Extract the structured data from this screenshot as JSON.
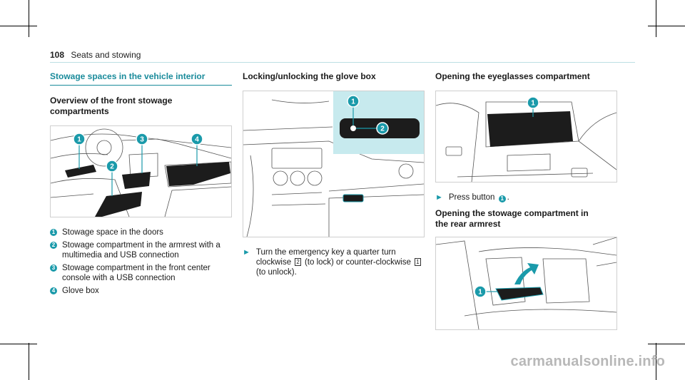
{
  "header": {
    "page_number": "108",
    "section": "Seats and stowing"
  },
  "section_title": "Stowage spaces in the vehicle interior",
  "overview": {
    "heading": "Overview of the front stowage compartments",
    "legend": [
      {
        "num": "1",
        "text": "Stowage space in the doors"
      },
      {
        "num": "2",
        "text": "Stowage compartment in the armrest with a multimedia and USB connection"
      },
      {
        "num": "3",
        "text": "Stowage compartment in the front center console with a USB connection"
      },
      {
        "num": "4",
        "text": "Glove box"
      }
    ]
  },
  "glovebox": {
    "heading": "Locking/unlocking the glove box",
    "step": {
      "bullet": "►",
      "pre": "Turn the emergency key a quarter turn clockwise",
      "key_lock": "2",
      "mid": "(to lock) or counter-clockwise",
      "key_unlock": "1",
      "post": "(to unlock)."
    }
  },
  "eyeglasses": {
    "heading": "Opening the eyeglasses compartment",
    "step": {
      "bullet": "►",
      "pre": "Press button",
      "num": "1",
      "post": "."
    }
  },
  "rear_armrest": {
    "heading": "Opening the stowage compartment in the rear armrest"
  },
  "watermark": "carmanualsonline.info",
  "colors": {
    "accent": "#1a9aaa",
    "highlight": "#c7eaee"
  }
}
